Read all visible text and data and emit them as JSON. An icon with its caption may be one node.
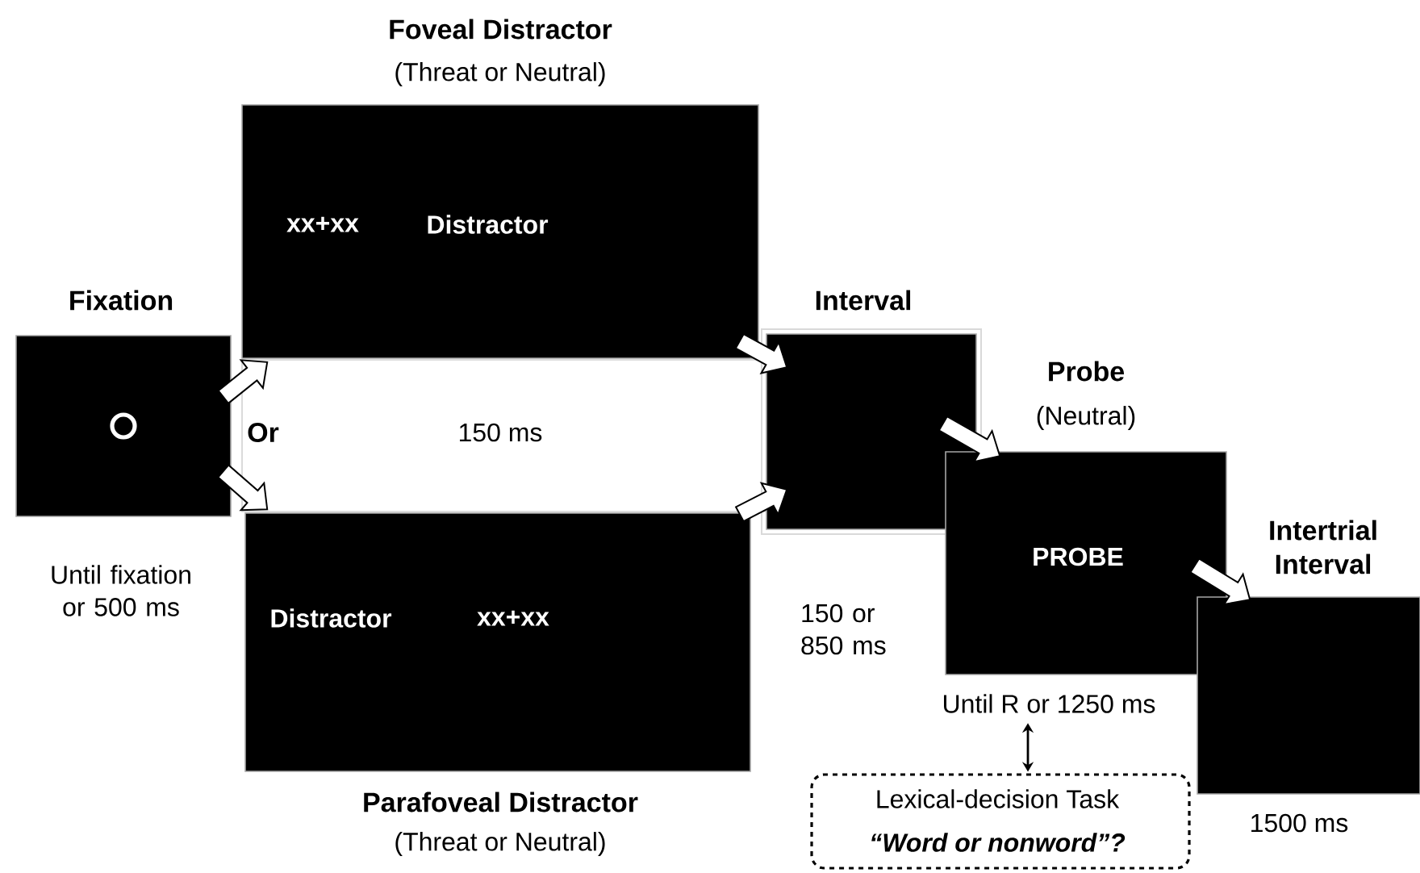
{
  "diagram": {
    "nodes": [
      {
        "text": [
          "Fixation"
        ],
        "beside": [
          "Until fixation or 500 ms"
        ]
      },
      {
        "text": [
          "Foveal Distractor",
          "(Threat or Neutral)",
          "xx+xx",
          "Distractor"
        ]
      },
      {
        "text": [
          "Distractor",
          "xx+xx",
          "Parafoveal Distractor",
          "(Threat or Neutral)"
        ]
      },
      {
        "text": [
          "Or",
          "150 ms"
        ]
      },
      {
        "text": [
          "Interval"
        ],
        "beside": [
          "150 or 850 ms"
        ]
      },
      {
        "text": [
          "Probe",
          "(Neutral)",
          "PROBE"
        ]
      },
      {
        "text": [
          "Until R or 1250  ms"
        ]
      },
      {
        "text": [
          "Intertrial Interval"
        ],
        "beside": [
          "1500 ms"
        ]
      },
      {
        "text": [
          "Lexical-decision Task",
          "“Word or nonword”?"
        ]
      }
    ],
    "edges": [
      {
        "from": 0,
        "to": 1,
        "arrow": "to"
      },
      {
        "from": 0,
        "to": 2,
        "arrow": "to"
      },
      {
        "from": 1,
        "to": 4,
        "arrow": "to"
      },
      {
        "from": 2,
        "to": 4,
        "arrow": "to"
      },
      {
        "from": 4,
        "to": 5,
        "arrow": "to"
      },
      {
        "from": 5,
        "to": 7,
        "arrow": "to"
      },
      {
        "from": 6,
        "to": 8,
        "arrow": "both"
      }
    ]
  }
}
